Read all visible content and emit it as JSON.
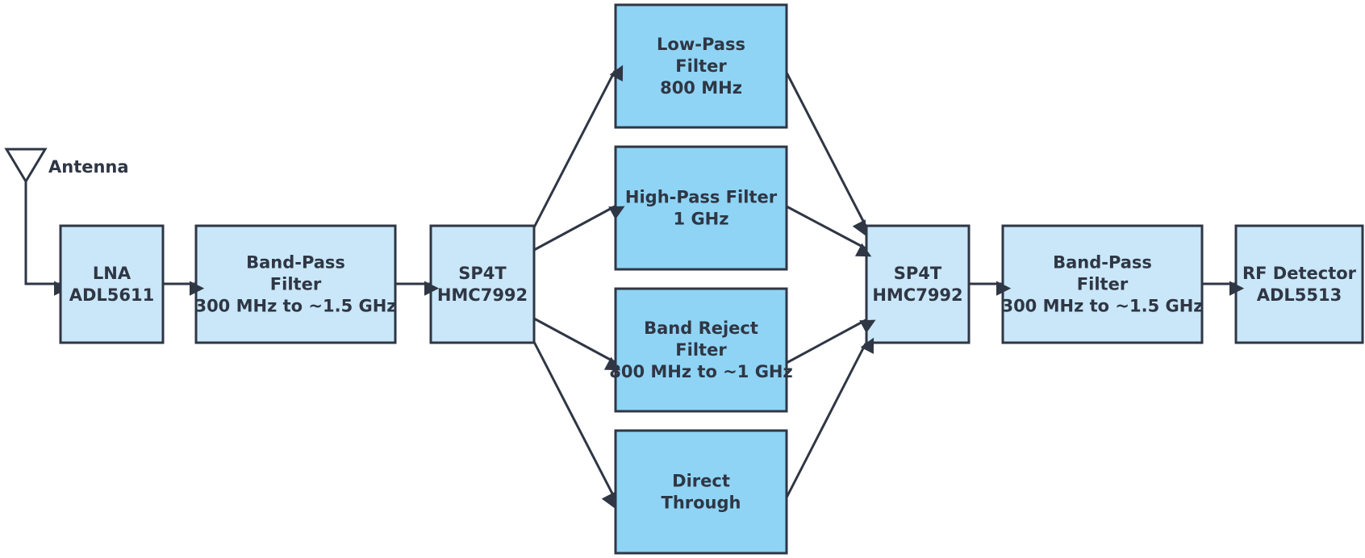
{
  "antenna": {
    "label": "Antenna"
  },
  "blocks": {
    "lna": {
      "lines": [
        "LNA",
        "ADL5611"
      ]
    },
    "bpf_in": {
      "lines": [
        "Band-Pass",
        "Filter",
        "300 MHz to ~1.5 GHz"
      ]
    },
    "sp4t_in": {
      "lines": [
        "SP4T",
        "HMC7992"
      ]
    },
    "lpf": {
      "lines": [
        "Low-Pass",
        "Filter",
        "800 MHz"
      ]
    },
    "hpf": {
      "lines": [
        "High-Pass Filter",
        "1 GHz"
      ]
    },
    "brf": {
      "lines": [
        "Band Reject",
        "Filter",
        "800 MHz to ~1 GHz"
      ]
    },
    "direct": {
      "lines": [
        "Direct",
        "Through"
      ]
    },
    "sp4t_out": {
      "lines": [
        "SP4T",
        "HMC7992"
      ]
    },
    "bpf_out": {
      "lines": [
        "Band-Pass",
        "Filter",
        "300 MHz to ~1.5 GHz"
      ]
    },
    "detector": {
      "lines": [
        "RF Detector",
        "ADL5513"
      ]
    }
  },
  "colors": {
    "line": "#2f3644",
    "block_light": "#c9e7f9",
    "block_dark": "#8fd4f5"
  },
  "icons": {
    "antenna": "antenna-triangle-icon"
  }
}
